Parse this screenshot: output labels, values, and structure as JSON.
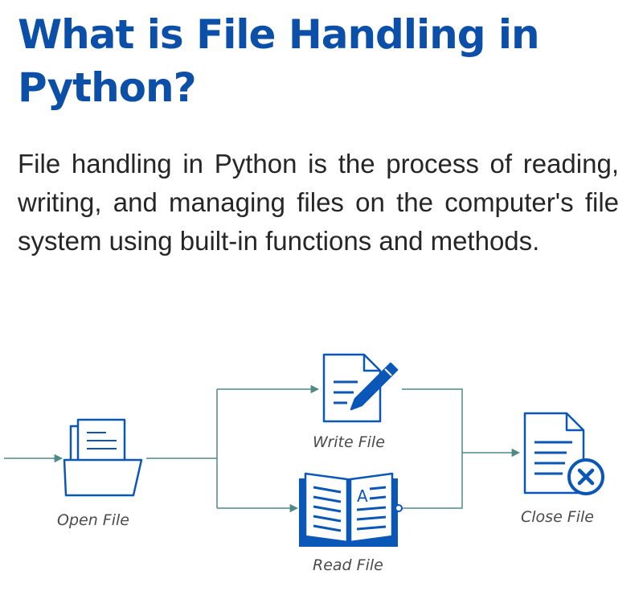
{
  "heading": {
    "title": "What is File Handling in Python?"
  },
  "intro": {
    "text": "File handling in Python is the process of reading, writing, and managing files on the computer's file system using built-in functions and methods."
  },
  "diagram": {
    "nodes": {
      "open": {
        "label": "Open File",
        "icon": "open-folder-icon"
      },
      "write": {
        "label": "Write File",
        "icon": "document-pencil-icon"
      },
      "read": {
        "label": "Read File",
        "icon": "open-book-icon"
      },
      "close": {
        "label": "Close File",
        "icon": "document-close-icon"
      }
    },
    "icon_text": "A",
    "colors": {
      "icon_blue": "#0b57b8",
      "connector": "#4e8a86",
      "title_blue": "#0b4fa8"
    }
  }
}
